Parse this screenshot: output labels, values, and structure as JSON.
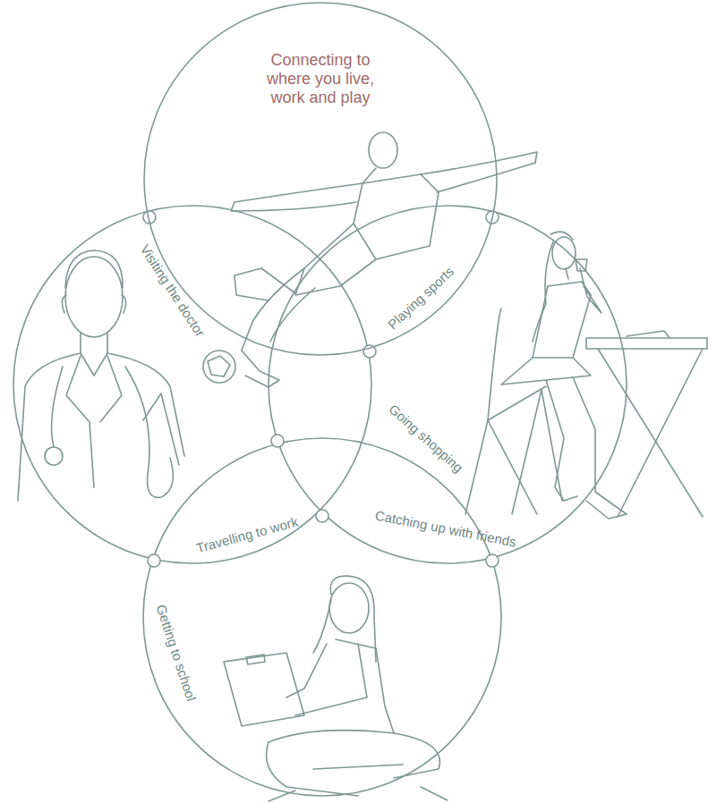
{
  "diagram": {
    "nodes": [
      {
        "text": [
          "Connecting to where you live, work and play"
        ]
      }
    ],
    "labels": [
      "Visiting the doctor",
      "Playing sports",
      "Going shopping",
      "Travelling to work",
      "Catching up with friends",
      "Getting to school"
    ]
  }
}
